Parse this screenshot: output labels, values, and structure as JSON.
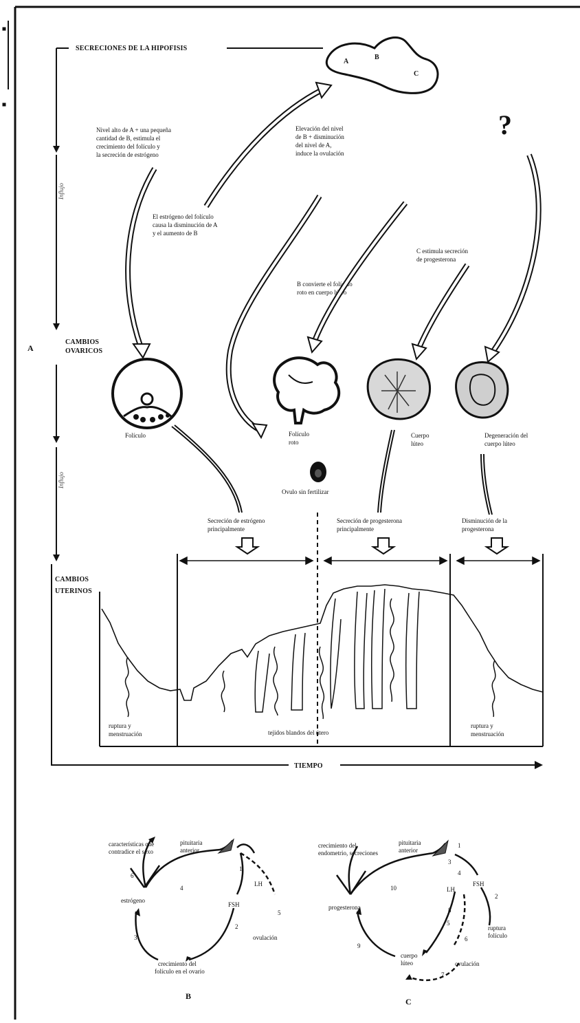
{
  "top": {
    "hypophysis_title": "SECRECIONES DE LA HIPOFISIS",
    "gland_labels": [
      "A",
      "B",
      "C"
    ],
    "question_mark": "?"
  },
  "side": {
    "label_a": "A",
    "phase_1": "Influjo",
    "phase_2": "Influjo"
  },
  "notes": {
    "n1": [
      "Nivel alto de A + una pequeña",
      "cantidad de B, estimula el",
      "crecimiento del folículo y",
      "la secreción de estrógeno"
    ],
    "n2": [
      "Elevación del nivel",
      "de B + disminución",
      "del nivel de A,",
      "induce la ovulación"
    ],
    "n3": [
      "El estrógeno del folículo",
      "causa la disminución de A",
      "y el aumento de B"
    ],
    "n4": [
      "B convierte el folículo",
      "roto en cuerpo lúteo"
    ],
    "n5": [
      "C estimula secreción",
      "de progesterona"
    ]
  },
  "ovarian": {
    "heading": [
      "CAMBIOS",
      "OVARICOS"
    ],
    "follicle": "Folículo",
    "ruptured": [
      "Folículo",
      "roto"
    ],
    "corpus": [
      "Cuerpo",
      "lúteo"
    ],
    "degeneration": [
      "Degeneración del",
      "cuerpo lúteo"
    ],
    "ovum": "Ovulo sin fertilizar"
  },
  "secretions": {
    "s1": [
      "Secreción de estrógeno",
      "principalmente"
    ],
    "s2": [
      "Secreción de progesterona",
      "principalmente"
    ],
    "s3": [
      "Disminución de la",
      "progesterona"
    ]
  },
  "uterine": {
    "heading": [
      "CAMBIOS",
      "UTERINOS"
    ],
    "rupture_left": [
      "ruptura y",
      "menstruación"
    ],
    "middle": "tejidos blandos del útero",
    "rupture_right": [
      "ruptura y",
      "menstruación"
    ],
    "time_axis": "TIEMPO"
  },
  "cycle_b": {
    "panel_letter": "B",
    "nodes": {
      "top_left": [
        "características que",
        "contradice el sexo"
      ],
      "pituitary": [
        "pituitaria",
        "anterior"
      ],
      "lh": "LH",
      "fsh": "FSH",
      "estrogen": "estrógeno",
      "ovulation": "ovulación",
      "growth": [
        "crecimiento del",
        "folículo en el ovario"
      ]
    },
    "numbers": [
      "1",
      "2",
      "3",
      "4",
      "5",
      "6"
    ]
  },
  "cycle_c": {
    "panel_letter": "C",
    "nodes": {
      "top_left": [
        "crecimiento del",
        "endometrio, secreciones"
      ],
      "pituitary": [
        "pituitaria",
        "anterior"
      ],
      "fsh": "FSH",
      "lh": "LH",
      "progesterone": "progesterona",
      "ruptured": [
        "ruptura",
        "folículo"
      ],
      "corpus": [
        "cuerpo",
        "lúteo"
      ],
      "ovulation": "ovulación"
    },
    "numbers": [
      "1",
      "2",
      "3",
      "4",
      "5",
      "6",
      "7",
      "8",
      "9",
      "10"
    ]
  }
}
